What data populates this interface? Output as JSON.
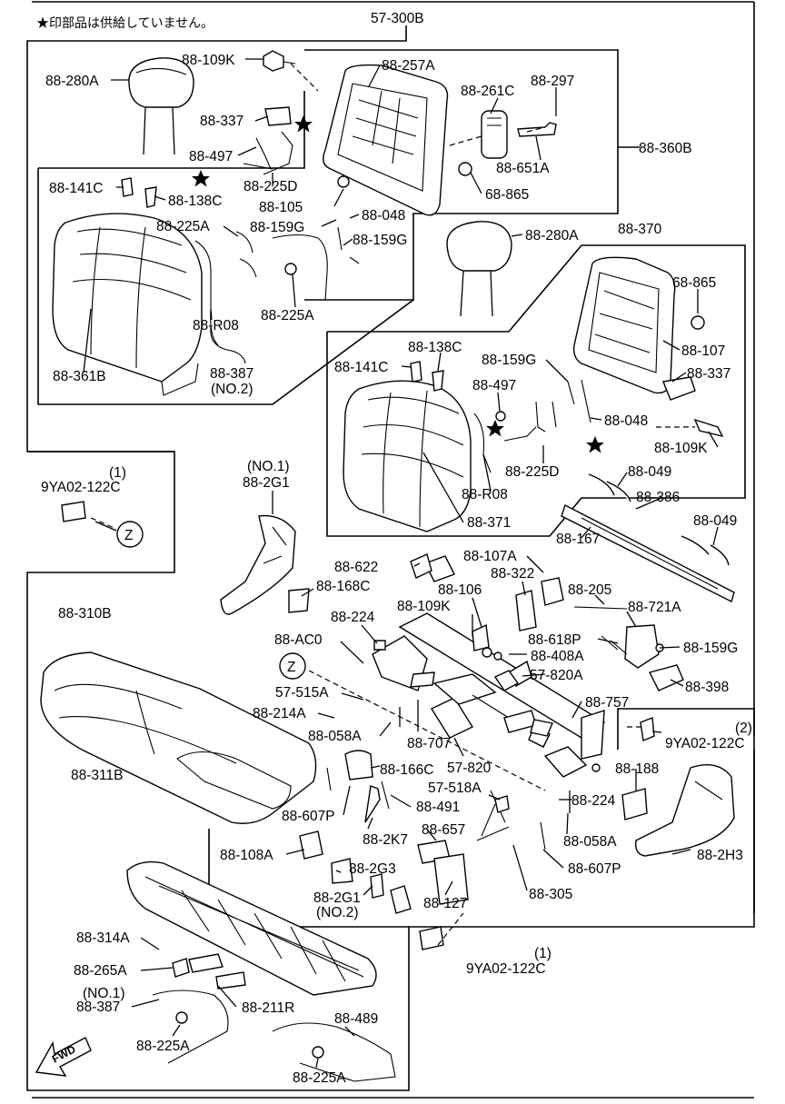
{
  "note": "★印部品は供給していません。",
  "assembly_label": "57-300B",
  "labels": {
    "l1": "88-280A",
    "l2": "88-109K",
    "l3": "88-257A",
    "l4": "88-261C",
    "l5": "88-297",
    "l6": "88-337",
    "l7": "88-497",
    "l8": "88-651A",
    "l9": "88-360B",
    "l10": "88-141C",
    "l11": "88-138C",
    "l12": "88-225D",
    "l13": "68-865",
    "l14": "88-105",
    "l15": "88-225A",
    "l16": "88-159G",
    "l17": "88-048",
    "l18": "88-159G",
    "l19": "88-280A",
    "l20": "88-370",
    "l21": "88-225A",
    "l22": "68-865",
    "l23": "88-R08",
    "l24": "88-387",
    "l25": "(NO.2)",
    "l26": "88-361B",
    "l27": "88-138C",
    "l28": "88-107",
    "l29": "88-159G",
    "l30": "88-141C",
    "l31": "88-337",
    "l32": "88-497",
    "l33": "88-048",
    "l34": "88-109K",
    "l35": "(1)",
    "l36": "9YA02-122C",
    "l37": "(NO.1)",
    "l38": "88-2G1",
    "l39": "88-225D",
    "l40": "88-049",
    "l41": "88-R08",
    "l42": "88-386",
    "l43": "88-371",
    "l44": "88-049",
    "l45": "88-167",
    "l46": "88-107A",
    "l47": "88-622",
    "l48": "88-322",
    "l49": "88-106",
    "l50": "88-168C",
    "l51": "88-205",
    "l52": "88-310B",
    "l53": "88-109K",
    "l54": "88-224",
    "l55": "88-721A",
    "l56": "88-618P",
    "l57": "88-AC0",
    "l58": "88-159G",
    "l59": "88-408A",
    "l60": "57-820A",
    "l61": "57-515A",
    "l62": "88-398",
    "l63": "88-214A",
    "l64": "88-757",
    "l65": "(2)",
    "l66": "88-058A",
    "l67": "88-707",
    "l68": "9YA02-122C",
    "l69": "88-311B",
    "l70": "57-820",
    "l71": "88-166C",
    "l72": "88-188",
    "l73": "57-518A",
    "l74": "88-607P",
    "l75": "88-224",
    "l76": "88-491",
    "l77": "88-2K7",
    "l78": "88-657",
    "l79": "88-058A",
    "l80": "88-108A",
    "l81": "88-2G3",
    "l82": "88-607P",
    "l83": "88-2H3",
    "l84": "88-2G1",
    "l85": "(NO.2)",
    "l86": "88-127",
    "l87": "88-305",
    "l88": "88-314A",
    "l89": "(1)",
    "l90": "9YA02-122C",
    "l91": "88-265A",
    "l92": "(NO.1)",
    "l93": "88-387",
    "l94": "88-211R",
    "l95": "88-489",
    "l96": "88-225A",
    "l97": "88-225A"
  },
  "callouts": {
    "z1": "Z",
    "z2": "Z"
  },
  "fwd": "FWD"
}
